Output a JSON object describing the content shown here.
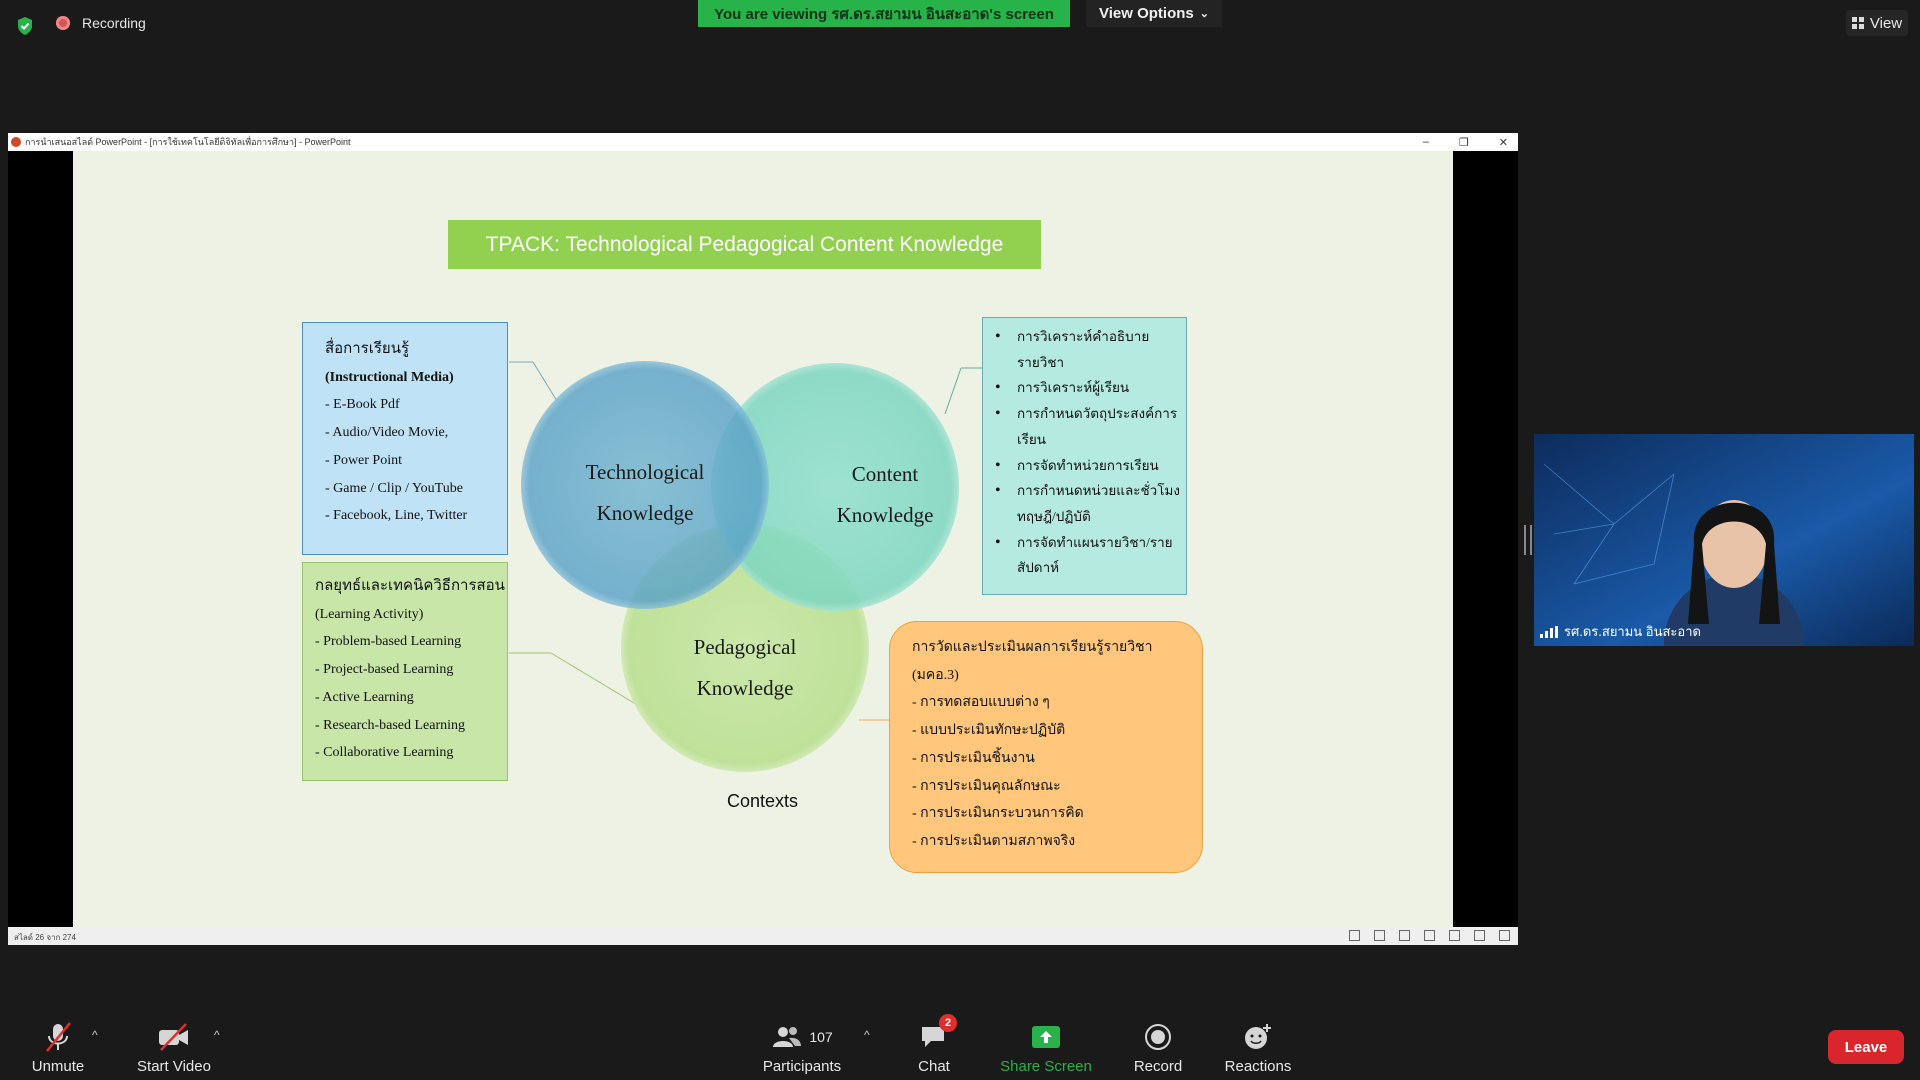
{
  "top_bar": {
    "recording_label": "Recording",
    "viewing_banner": "You are viewing รศ.ดร.สยามน อินสะอาด's screen",
    "view_options_label": "View Options",
    "view_label": "View"
  },
  "ppt": {
    "window_title": "การนำเสนอสไลด์ PowerPoint - [การใช้เทคโนโลยีดิจิทัลเพื่อการศึกษา] - PowerPoint",
    "status_slide": "สไลด์ 26 จาก 274"
  },
  "slide": {
    "title": "TPACK: Technological Pedagogical Content Knowledge",
    "media_box": [
      "สื่อการเรียนรู้",
      "(Instructional Media)",
      "- E-Book  Pdf",
      "- Audio/Video Movie,",
      "- Power Point",
      "- Game / Clip / YouTube",
      "- Facebook, Line, Twitter"
    ],
    "activity_box": [
      "กลยุทธ์และเทคนิควิธีการสอน",
      "(Learning Activity)",
      "- Problem-based Learning",
      "- Project-based Learning",
      "- Active Learning",
      "- Research-based Learning",
      "- Collaborative Learning"
    ],
    "content_box": [
      "การวิเคราะห์คำอธิบายรายวิชา",
      "การวิเคราะห์ผู้เรียน",
      "การกำหนดวัตถุประสงค์การเรียน",
      "การจัดทำหน่วยการเรียน",
      "การกำหนดหน่วยและชั่วโมง ทฤษฎี/ปฏิบัติ",
      "การจัดทำแผนรายวิชา/รายสัปดาห์"
    ],
    "assess_box": [
      "การวัดและประเมินผลการเรียนรู้รายวิชา",
      "(มคอ.3)",
      "- การทดสอบแบบต่าง ๆ",
      "- แบบประเมินทักษะปฏิบัติ",
      "- การประเมินชิ้นงาน",
      "- การประเมินคุณลักษณะ",
      "- การประเมินกระบวนการคิด",
      "- การประเมินตามสภาพจริง"
    ],
    "circles": {
      "technological": [
        "Technological",
        "Knowledge"
      ],
      "content": [
        "Content",
        "Knowledge"
      ],
      "pedagogical": [
        "Pedagogical",
        "Knowledge"
      ]
    },
    "contexts_label": "Contexts"
  },
  "video": {
    "participant_name": "รศ.ดร.สยามน อินสะอาด"
  },
  "toolbar": {
    "unmute": "Unmute",
    "start_video": "Start Video",
    "participants": "Participants",
    "participants_count": "107",
    "chat": "Chat",
    "chat_badge": "2",
    "share_screen": "Share Screen",
    "record": "Record",
    "reactions": "Reactions",
    "leave": "Leave"
  },
  "colors": {
    "share_green": "#27b24a",
    "leave_red": "#d9262c"
  }
}
